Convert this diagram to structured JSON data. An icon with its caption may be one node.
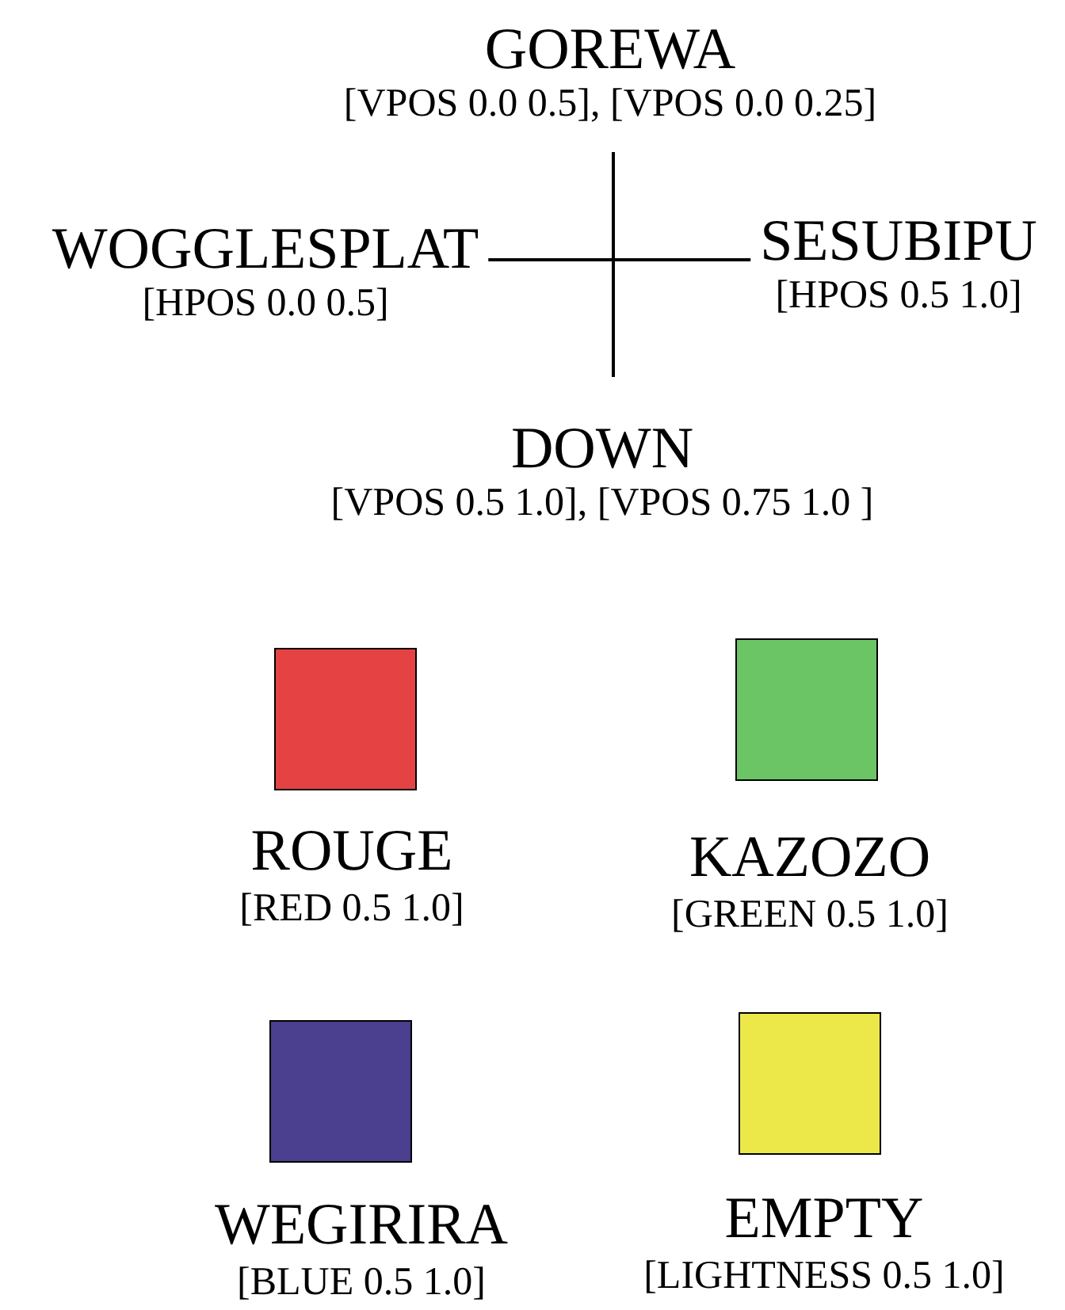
{
  "diagram": {
    "nodes": [
      {
        "text": [
          "GOREWA",
          "[VPOS 0.0 0.5], [VPOS 0.0 0.25]"
        ]
      },
      {
        "text": [
          "WOGGLESPLAT",
          "[HPOS 0.0 0.5]"
        ]
      },
      {
        "text": [
          "SESUBIPU",
          "[HPOS 0.5 1.0]"
        ]
      },
      {
        "text": [
          "DOWN",
          "[VPOS 0.5 1.0], [VPOS 0.75 1.0 ]"
        ]
      }
    ],
    "edges": [
      {
        "from": 0,
        "to": 3,
        "arrow": "none"
      },
      {
        "from": 1,
        "to": 2,
        "arrow": "none"
      }
    ],
    "labels": [
      "[RED 0.5 1.0]",
      "[GREEN 0.5 1.0]",
      "[BLUE 0.5 1.0]",
      "[LIGHTNESS 0.5 1.0]"
    ],
    "legend": [
      {
        "text": "ROUGE",
        "color": "#e54343"
      },
      {
        "text": "KAZOZO",
        "color": "#6cc565"
      },
      {
        "text": "WEGIRIRA",
        "color": "#4b3f8f"
      },
      {
        "text": "EMPTY",
        "color": "#ece84a"
      }
    ]
  }
}
